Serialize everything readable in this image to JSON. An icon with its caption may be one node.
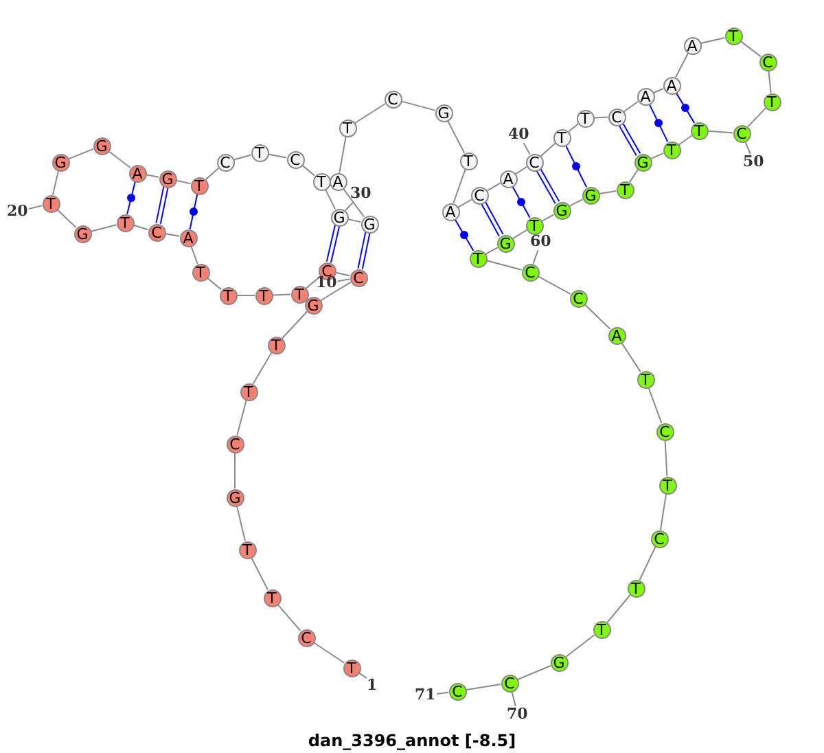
{
  "diagram": {
    "title": "dan_3396_annot [-8.5]",
    "nodes": [
      {
        "text": [
          "T"
        ]
      },
      {
        "text": [
          "C"
        ]
      },
      {
        "text": [
          "T"
        ]
      },
      {
        "text": [
          "T"
        ]
      },
      {
        "text": [
          "G"
        ]
      },
      {
        "text": [
          "C"
        ]
      },
      {
        "text": [
          "T"
        ]
      },
      {
        "text": [
          "T"
        ]
      },
      {
        "text": [
          "G"
        ]
      },
      {
        "text": [
          "C"
        ]
      },
      {
        "text": [
          "C"
        ]
      },
      {
        "text": [
          "T"
        ]
      },
      {
        "text": [
          "T"
        ]
      },
      {
        "text": [
          "T"
        ]
      },
      {
        "text": [
          "T"
        ]
      },
      {
        "text": [
          "A"
        ]
      },
      {
        "text": [
          "C"
        ]
      },
      {
        "text": [
          "T"
        ]
      },
      {
        "text": [
          "G"
        ]
      },
      {
        "text": [
          "T"
        ]
      },
      {
        "text": [
          "G"
        ]
      },
      {
        "text": [
          "G"
        ]
      },
      {
        "text": [
          "A"
        ]
      },
      {
        "text": [
          "G"
        ]
      },
      {
        "text": [
          "T"
        ]
      },
      {
        "text": [
          "C"
        ]
      },
      {
        "text": [
          "T"
        ]
      },
      {
        "text": [
          "C"
        ]
      },
      {
        "text": [
          "T"
        ]
      },
      {
        "text": [
          "G"
        ]
      },
      {
        "text": [
          "G"
        ]
      },
      {
        "text": [
          "A"
        ]
      },
      {
        "text": [
          "T"
        ]
      },
      {
        "text": [
          "C"
        ]
      },
      {
        "text": [
          "G"
        ]
      },
      {
        "text": [
          "T"
        ]
      },
      {
        "text": [
          "A"
        ]
      },
      {
        "text": [
          "C"
        ]
      },
      {
        "text": [
          "A"
        ]
      },
      {
        "text": [
          "C"
        ]
      },
      {
        "text": [
          "T"
        ]
      },
      {
        "text": [
          "T"
        ]
      },
      {
        "text": [
          "C"
        ]
      },
      {
        "text": [
          "A"
        ]
      },
      {
        "text": [
          "A"
        ]
      },
      {
        "text": [
          "A"
        ]
      },
      {
        "text": [
          "T"
        ]
      },
      {
        "text": [
          "C"
        ]
      },
      {
        "text": [
          "T"
        ]
      },
      {
        "text": [
          "C"
        ]
      },
      {
        "text": [
          "T"
        ]
      },
      {
        "text": [
          "T"
        ]
      },
      {
        "text": [
          "G"
        ]
      },
      {
        "text": [
          "T"
        ]
      },
      {
        "text": [
          "G"
        ]
      },
      {
        "text": [
          "G"
        ]
      },
      {
        "text": [
          "T"
        ]
      },
      {
        "text": [
          "G"
        ]
      },
      {
        "text": [
          "T"
        ]
      },
      {
        "text": [
          "C"
        ]
      },
      {
        "text": [
          "C"
        ]
      },
      {
        "text": [
          "A"
        ]
      },
      {
        "text": [
          "T"
        ]
      },
      {
        "text": [
          "C"
        ]
      },
      {
        "text": [
          "T"
        ]
      },
      {
        "text": [
          "C"
        ]
      },
      {
        "text": [
          "T"
        ]
      },
      {
        "text": [
          "T"
        ]
      },
      {
        "text": [
          "G"
        ]
      },
      {
        "text": [
          "C"
        ]
      },
      {
        "text": [
          "C"
        ]
      },
      {
        "text": [
          "1"
        ]
      },
      {
        "text": [
          "10"
        ]
      },
      {
        "text": [
          "20"
        ]
      },
      {
        "text": [
          "30"
        ]
      },
      {
        "text": [
          "40"
        ]
      },
      {
        "text": [
          "50"
        ]
      },
      {
        "text": [
          "60"
        ]
      },
      {
        "text": [
          "70"
        ]
      },
      {
        "text": [
          "71"
        ]
      }
    ],
    "edges": [
      {
        "from": 0,
        "to": 1,
        "arrow": "none"
      },
      {
        "from": 1,
        "to": 2,
        "arrow": "none"
      },
      {
        "from": 2,
        "to": 3,
        "arrow": "none"
      },
      {
        "from": 3,
        "to": 4,
        "arrow": "none"
      },
      {
        "from": 4,
        "to": 5,
        "arrow": "none"
      },
      {
        "from": 5,
        "to": 6,
        "arrow": "none"
      },
      {
        "from": 6,
        "to": 7,
        "arrow": "none"
      },
      {
        "from": 7,
        "to": 8,
        "arrow": "none"
      },
      {
        "from": 8,
        "to": 9,
        "arrow": "none"
      },
      {
        "from": 9,
        "to": 10,
        "arrow": "none"
      },
      {
        "from": 10,
        "to": 11,
        "arrow": "none"
      },
      {
        "from": 11,
        "to": 12,
        "arrow": "none"
      },
      {
        "from": 12,
        "to": 13,
        "arrow": "none"
      },
      {
        "from": 13,
        "to": 14,
        "arrow": "none"
      },
      {
        "from": 14,
        "to": 15,
        "arrow": "none"
      },
      {
        "from": 15,
        "to": 16,
        "arrow": "none"
      },
      {
        "from": 16,
        "to": 17,
        "arrow": "none"
      },
      {
        "from": 17,
        "to": 18,
        "arrow": "none"
      },
      {
        "from": 18,
        "to": 19,
        "arrow": "none"
      },
      {
        "from": 19,
        "to": 20,
        "arrow": "none"
      },
      {
        "from": 20,
        "to": 21,
        "arrow": "none"
      },
      {
        "from": 21,
        "to": 22,
        "arrow": "none"
      },
      {
        "from": 22,
        "to": 23,
        "arrow": "none"
      },
      {
        "from": 23,
        "to": 24,
        "arrow": "none"
      },
      {
        "from": 24,
        "to": 25,
        "arrow": "none"
      },
      {
        "from": 25,
        "to": 26,
        "arrow": "none"
      },
      {
        "from": 26,
        "to": 27,
        "arrow": "none"
      },
      {
        "from": 27,
        "to": 28,
        "arrow": "none"
      },
      {
        "from": 28,
        "to": 29,
        "arrow": "none"
      },
      {
        "from": 29,
        "to": 30,
        "arrow": "none"
      },
      {
        "from": 30,
        "to": 31,
        "arrow": "none"
      },
      {
        "from": 31,
        "to": 32,
        "arrow": "none"
      },
      {
        "from": 32,
        "to": 33,
        "arrow": "none"
      },
      {
        "from": 33,
        "to": 34,
        "arrow": "none"
      },
      {
        "from": 34,
        "to": 35,
        "arrow": "none"
      },
      {
        "from": 35,
        "to": 36,
        "arrow": "none"
      },
      {
        "from": 36,
        "to": 37,
        "arrow": "none"
      },
      {
        "from": 37,
        "to": 38,
        "arrow": "none"
      },
      {
        "from": 38,
        "to": 39,
        "arrow": "none"
      },
      {
        "from": 39,
        "to": 40,
        "arrow": "none"
      },
      {
        "from": 40,
        "to": 41,
        "arrow": "none"
      },
      {
        "from": 41,
        "to": 42,
        "arrow": "none"
      },
      {
        "from": 42,
        "to": 43,
        "arrow": "none"
      },
      {
        "from": 43,
        "to": 44,
        "arrow": "none"
      },
      {
        "from": 44,
        "to": 45,
        "arrow": "none"
      },
      {
        "from": 45,
        "to": 46,
        "arrow": "none"
      },
      {
        "from": 46,
        "to": 47,
        "arrow": "none"
      },
      {
        "from": 47,
        "to": 48,
        "arrow": "none"
      },
      {
        "from": 48,
        "to": 49,
        "arrow": "none"
      },
      {
        "from": 49,
        "to": 50,
        "arrow": "none"
      },
      {
        "from": 50,
        "to": 51,
        "arrow": "none"
      },
      {
        "from": 51,
        "to": 52,
        "arrow": "none"
      },
      {
        "from": 52,
        "to": 53,
        "arrow": "none"
      },
      {
        "from": 53,
        "to": 54,
        "arrow": "none"
      },
      {
        "from": 54,
        "to": 55,
        "arrow": "none"
      },
      {
        "from": 55,
        "to": 56,
        "arrow": "none"
      },
      {
        "from": 56,
        "to": 57,
        "arrow": "none"
      },
      {
        "from": 57,
        "to": 58,
        "arrow": "none"
      },
      {
        "from": 58,
        "to": 59,
        "arrow": "none"
      },
      {
        "from": 59,
        "to": 60,
        "arrow": "none"
      },
      {
        "from": 60,
        "to": 61,
        "arrow": "none"
      },
      {
        "from": 61,
        "to": 62,
        "arrow": "none"
      },
      {
        "from": 62,
        "to": 63,
        "arrow": "none"
      },
      {
        "from": 63,
        "to": 64,
        "arrow": "none"
      },
      {
        "from": 64,
        "to": 65,
        "arrow": "none"
      },
      {
        "from": 65,
        "to": 66,
        "arrow": "none"
      },
      {
        "from": 66,
        "to": 67,
        "arrow": "none"
      },
      {
        "from": 67,
        "to": 68,
        "arrow": "none"
      },
      {
        "from": 68,
        "to": 69,
        "arrow": "none"
      },
      {
        "from": 69,
        "to": 70,
        "arrow": "none"
      },
      {
        "from": 15,
        "to": 24,
        "arrow": "none",
        "color": "#0000ff"
      },
      {
        "from": 16,
        "to": 23,
        "arrow": "none",
        "color": "#0000ff"
      },
      {
        "from": 17,
        "to": 22,
        "arrow": "none",
        "color": "#0000ff"
      },
      {
        "from": 9,
        "to": 30,
        "arrow": "none",
        "color": "#0000ff"
      },
      {
        "from": 10,
        "to": 29,
        "arrow": "none",
        "color": "#0000ff"
      },
      {
        "from": 36,
        "to": 58,
        "arrow": "none",
        "color": "#0000ff"
      },
      {
        "from": 37,
        "to": 57,
        "arrow": "none",
        "color": "#0000ff"
      },
      {
        "from": 38,
        "to": 56,
        "arrow": "none",
        "color": "#0000ff"
      },
      {
        "from": 39,
        "to": 55,
        "arrow": "none",
        "color": "#0000ff"
      },
      {
        "from": 40,
        "to": 54,
        "arrow": "none",
        "color": "#0000ff"
      },
      {
        "from": 42,
        "to": 52,
        "arrow": "none",
        "color": "#0000ff"
      },
      {
        "from": 43,
        "to": 51,
        "arrow": "none",
        "color": "#0000ff"
      },
      {
        "from": 44,
        "to": 50,
        "arrow": "none",
        "color": "#0000ff"
      },
      {
        "from": 71,
        "to": 0,
        "arrow": "none"
      },
      {
        "from": 72,
        "to": 9,
        "arrow": "none"
      },
      {
        "from": 73,
        "to": 19,
        "arrow": "none"
      },
      {
        "from": 74,
        "to": 29,
        "arrow": "none"
      },
      {
        "from": 75,
        "to": 39,
        "arrow": "none"
      },
      {
        "from": 76,
        "to": 49,
        "arrow": "none"
      },
      {
        "from": 77,
        "to": 59,
        "arrow": "none"
      },
      {
        "from": 78,
        "to": 69,
        "arrow": "none"
      },
      {
        "from": 79,
        "to": 70,
        "arrow": "none"
      }
    ]
  }
}
